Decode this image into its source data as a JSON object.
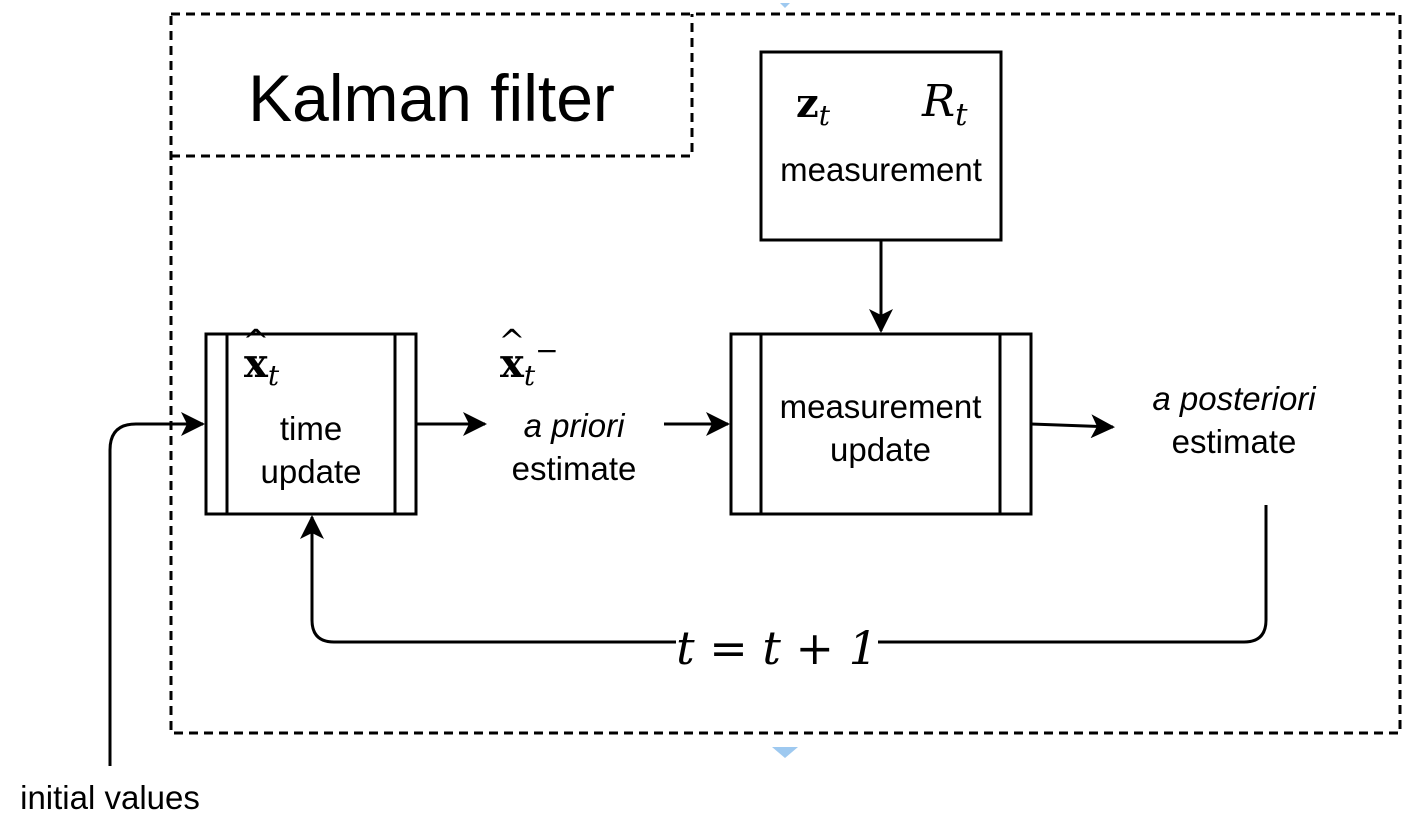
{
  "title": "Kalman filter",
  "measurement_box": {
    "z_symbol": "z",
    "z_sub": "t",
    "r_symbol": "R",
    "r_sub": "t",
    "label": "measurement"
  },
  "time_update_box": {
    "x_symbol": "x",
    "x_hat": "^",
    "x_sub": "t",
    "label_line1": "time",
    "label_line2": "update"
  },
  "a_priori": {
    "x_symbol": "x",
    "x_hat": "^",
    "x_sub": "t",
    "x_sup": "−",
    "label_line1": "a priori",
    "label_line2": "estimate"
  },
  "measurement_update_box": {
    "label_line1": "measurement",
    "label_line2": "update"
  },
  "a_posteriori": {
    "label_line1": "a posteriori",
    "label_line2": "estimate"
  },
  "loop_label": "t = t + 1",
  "initial_values": "initial values"
}
